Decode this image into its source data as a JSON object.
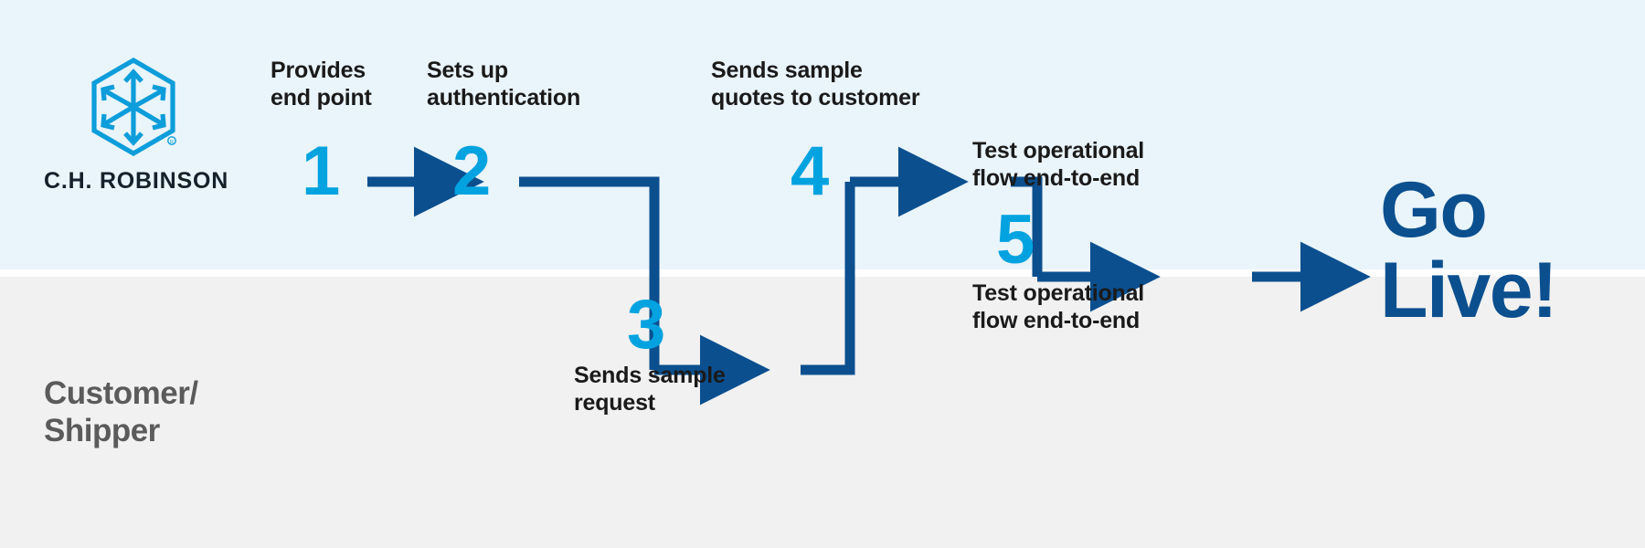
{
  "brand": {
    "name": "C.H. ROBINSON",
    "logo_icon": "hexagon-cube-arrows-icon",
    "accent_cyan": "#00a3e0",
    "accent_dark_blue": "#0b4f8f",
    "connector_blue": "#0b4f8f",
    "band_top_color": "#e9f4fb",
    "band_bottom_color": "#f0f1f0",
    "lane_label_color": "#5b5b5b"
  },
  "lanes": {
    "top_label": "C.H. ROBINSON",
    "bottom_label": "Customer/\nShipper"
  },
  "steps": [
    {
      "number": "1",
      "caption": "Provides\nend point",
      "lane": "top",
      "caption_position": "above"
    },
    {
      "number": "2",
      "caption": "Sets up\nauthentication",
      "lane": "top",
      "caption_position": "above"
    },
    {
      "number": "3",
      "caption": "Sends sample\nrequest",
      "lane": "bottom",
      "caption_position": "below"
    },
    {
      "number": "4",
      "caption": "Sends sample\nquotes to customer",
      "lane": "top",
      "caption_position": "above"
    },
    {
      "number": "5",
      "caption_top": "Test operational\nflow end-to-end",
      "caption_bottom": "Test operational\nflow end-to-end",
      "lane": "both",
      "caption_position": "both"
    }
  ],
  "outcome": {
    "label": "Go\nLive!"
  },
  "connectors": [
    {
      "from": "1",
      "to": "2",
      "kind": "straight-arrow-right"
    },
    {
      "from": "2",
      "to": "3",
      "kind": "elbow-down-right-arrow"
    },
    {
      "from": "3",
      "to": "4",
      "kind": "elbow-up-right-arrow"
    },
    {
      "from": "4",
      "to": "5",
      "kind": "elbow-down-right-arrow"
    },
    {
      "from": "5",
      "to": "outcome",
      "kind": "straight-arrow-right"
    }
  ]
}
